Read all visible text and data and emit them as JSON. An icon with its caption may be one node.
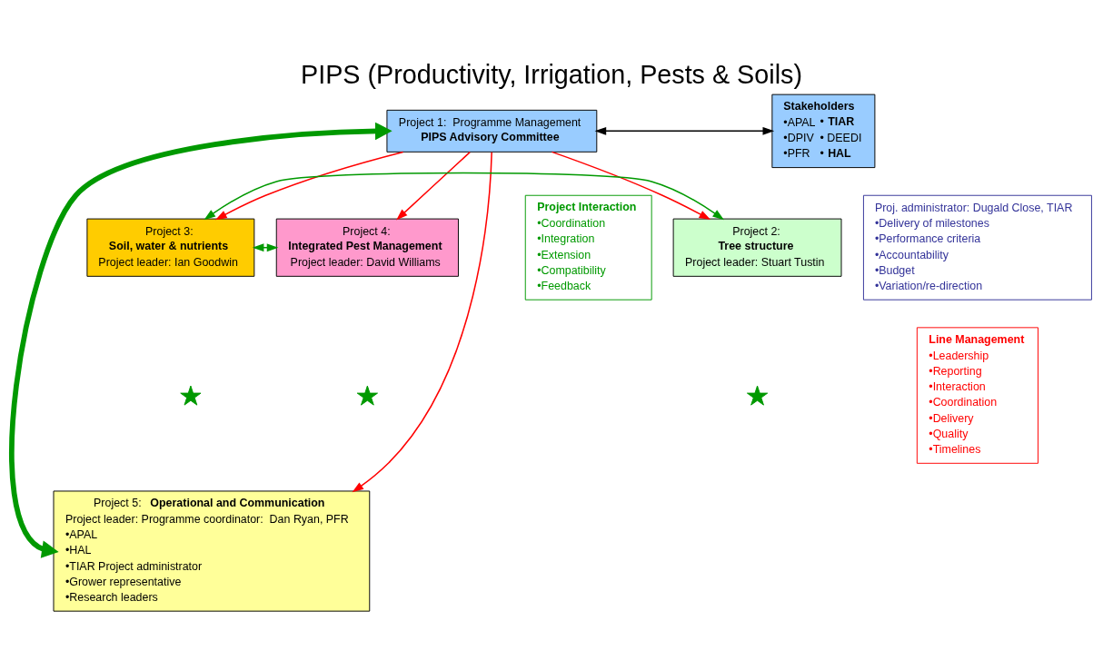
{
  "diagram": {
    "title": "PIPS (Productivity, Irrigation, Pests & Soils)",
    "nodes": [
      {
        "text": [
          "Project 1:  Programme Management",
          "PIPS Advisory Committee"
        ]
      },
      {
        "text": [
          "Stakeholders",
          "•APAL",
          "• **TIAR**",
          "•DPIV",
          "• DEEDI",
          "•PFR",
          "• **HAL**"
        ]
      },
      {
        "text": [
          "Project Interaction",
          "•Coordination",
          "•Integration",
          "•Extension",
          "•Compatibility",
          "•Feedback"
        ]
      },
      {
        "text": [
          "Proj. administrator: Dugald Close, TIAR",
          "•Delivery of milestones",
          "•Performance criteria",
          "•Accountability",
          "•Budget",
          "•Variation/re-direction"
        ]
      },
      {
        "text": [
          "Project 2:",
          "Tree structure",
          "Project leader: Stuart Tustin"
        ]
      },
      {
        "text": [
          "Project 3:",
          "Soil, water & nutrients",
          "Project leader: Ian Goodwin"
        ]
      },
      {
        "text": [
          "Project 4:",
          "Integrated Pest Management",
          "Project leader: David Williams"
        ]
      },
      {
        "text": [],
        "shape": "star"
      },
      {
        "text": [],
        "shape": "star"
      },
      {
        "text": [],
        "shape": "star"
      },
      {
        "text": [
          "Line Management",
          "•Leadership",
          "•Reporting",
          "•Interaction",
          "•Coordination",
          "•Delivery",
          "•Quality",
          "•Timelines"
        ]
      },
      {
        "text": [
          "Project 5:  **Operational and Communication**",
          "Project leader: Programme coordinator:  Dan Ryan, PFR",
          "•APAL",
          "•HAL",
          "•TIAR Project administrator",
          "•Grower representative",
          "•Research leaders"
        ]
      }
    ],
    "edges": [
      {
        "from": 0,
        "to": 1,
        "arrow": "both",
        "color": "#000000"
      },
      {
        "from": 0,
        "to": 4,
        "arrow": "to"
      },
      {
        "from": 0,
        "to": 5,
        "arrow": "to"
      },
      {
        "from": 0,
        "to": 6,
        "arrow": "to"
      },
      {
        "from": 0,
        "to": 11,
        "arrow": "to"
      },
      {
        "from": 4,
        "to": 5,
        "arrow": "both",
        "color": "#009900"
      },
      {
        "from": 5,
        "to": 6,
        "arrow": "both",
        "color": "#009900"
      },
      {
        "from": 0,
        "to": 11,
        "arrow": "both",
        "style": "thick",
        "color": "#009900"
      }
    ]
  }
}
